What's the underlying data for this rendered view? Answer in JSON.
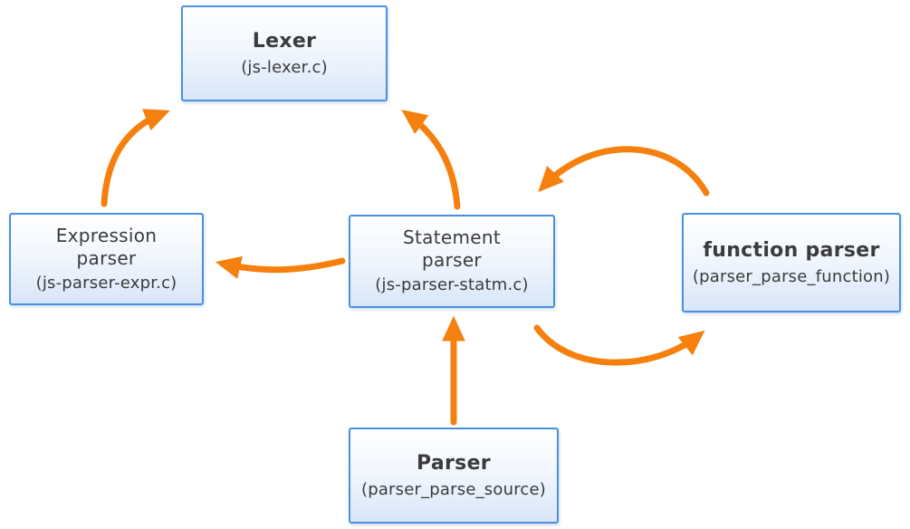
{
  "diagram": {
    "description": "Parser architecture diagram",
    "colors": {
      "arrow": "#F5800D",
      "box_border": "#4A90E2",
      "box_fill_top": "#FFFFFF",
      "box_fill_bottom": "#D9E6F8",
      "text": "#3B3B3B"
    },
    "nodes": [
      {
        "id": "lexer",
        "name_lines": [
          "Lexer"
        ],
        "sublabel": "(js-lexer.c)"
      },
      {
        "id": "expression-parser",
        "name_lines": [
          "Expression",
          "parser"
        ],
        "sublabel": "(js-parser-expr.c)"
      },
      {
        "id": "statement-parser",
        "name_lines": [
          "Statement",
          "parser"
        ],
        "sublabel": "(js-parser-statm.c)"
      },
      {
        "id": "function-parser",
        "name_lines": [
          "function parser"
        ],
        "sublabel": "(parser_parse_function)"
      },
      {
        "id": "parser",
        "name_lines": [
          "Parser"
        ],
        "sublabel": "(parser_parse_source)"
      }
    ],
    "edges": [
      {
        "from": "expression-parser",
        "to": "lexer"
      },
      {
        "from": "statement-parser",
        "to": "lexer"
      },
      {
        "from": "statement-parser",
        "to": "expression-parser"
      },
      {
        "from": "function-parser",
        "to": "statement-parser"
      },
      {
        "from": "statement-parser",
        "to": "function-parser"
      },
      {
        "from": "parser",
        "to": "statement-parser"
      }
    ]
  }
}
